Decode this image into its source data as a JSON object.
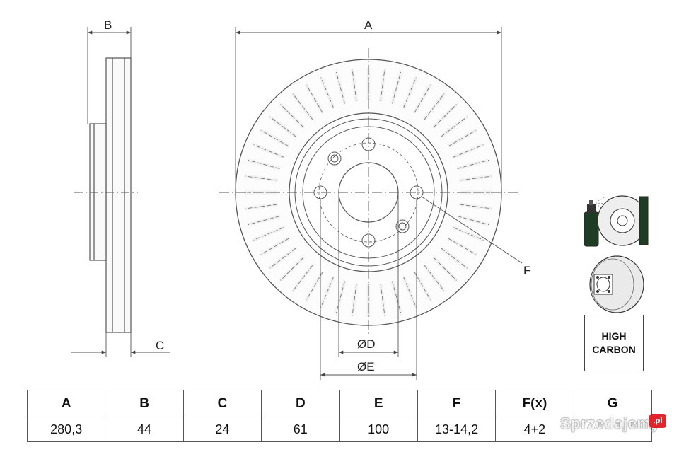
{
  "drawing_labels": {
    "a": "A",
    "b": "B",
    "c": "C",
    "d": "ØD",
    "e": "ØE",
    "f": "F"
  },
  "badge": {
    "line1": "HIGH",
    "line2": "CARBON"
  },
  "table": {
    "headers": [
      "A",
      "B",
      "C",
      "D",
      "E",
      "F",
      "F(x)",
      "G"
    ],
    "values": [
      "280,3",
      "44",
      "24",
      "61",
      "100",
      "13-14,2",
      "4+2",
      ""
    ]
  },
  "watermark": {
    "text": "Sprzedajemy",
    "suffix": ".pl"
  }
}
